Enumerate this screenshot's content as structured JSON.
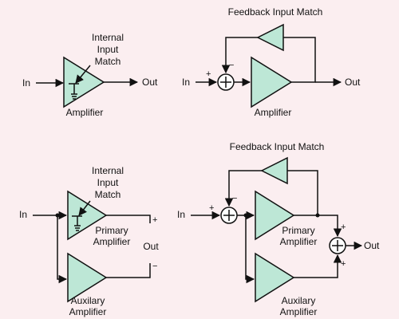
{
  "labels": {
    "in": "In",
    "out": "Out",
    "amplifier": "Amplifier",
    "internal": "Internal",
    "input": "Input",
    "match": "Match",
    "feedback_title": "Feedback Input Match",
    "primary": "Primary",
    "auxilary": "Auxilary",
    "plus": "+",
    "minus": "−"
  },
  "colors": {
    "background": "#fbeef0",
    "amplifier_fill": "#bde7d6",
    "line": "#111111"
  }
}
